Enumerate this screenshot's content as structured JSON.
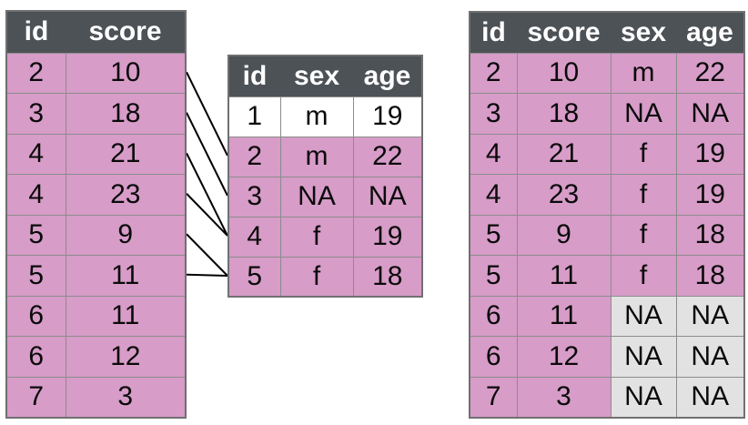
{
  "palette": {
    "header_bg": "#4d5257",
    "header_text": "#ffffff",
    "row_pink": "#d79cc8",
    "row_white": "#ffffff",
    "na_gray": "#e2e2e2",
    "grid_border": "#8c8c8c",
    "outer_border": "#707070",
    "cell_text": "#0a0a0a",
    "line_color": "#000000"
  },
  "tables": {
    "left": {
      "columns": [
        "id",
        "score"
      ],
      "rows": [
        {
          "cells": [
            "2",
            "10"
          ],
          "bg": [
            "pink",
            "pink"
          ]
        },
        {
          "cells": [
            "3",
            "18"
          ],
          "bg": [
            "pink",
            "pink"
          ]
        },
        {
          "cells": [
            "4",
            "21"
          ],
          "bg": [
            "pink",
            "pink"
          ]
        },
        {
          "cells": [
            "4",
            "23"
          ],
          "bg": [
            "pink",
            "pink"
          ]
        },
        {
          "cells": [
            "5",
            "9"
          ],
          "bg": [
            "pink",
            "pink"
          ]
        },
        {
          "cells": [
            "5",
            "11"
          ],
          "bg": [
            "pink",
            "pink"
          ]
        },
        {
          "cells": [
            "6",
            "11"
          ],
          "bg": [
            "pink",
            "pink"
          ]
        },
        {
          "cells": [
            "6",
            "12"
          ],
          "bg": [
            "pink",
            "pink"
          ]
        },
        {
          "cells": [
            "7",
            "3"
          ],
          "bg": [
            "pink",
            "pink"
          ]
        }
      ]
    },
    "middle": {
      "columns": [
        "id",
        "sex",
        "age"
      ],
      "rows": [
        {
          "cells": [
            "1",
            "m",
            "19"
          ],
          "bg": [
            "white",
            "white",
            "white"
          ]
        },
        {
          "cells": [
            "2",
            "m",
            "22"
          ],
          "bg": [
            "pink",
            "pink",
            "pink"
          ]
        },
        {
          "cells": [
            "3",
            "NA",
            "NA"
          ],
          "bg": [
            "pink",
            "pink",
            "pink"
          ]
        },
        {
          "cells": [
            "4",
            "f",
            "19"
          ],
          "bg": [
            "pink",
            "pink",
            "pink"
          ]
        },
        {
          "cells": [
            "5",
            "f",
            "18"
          ],
          "bg": [
            "pink",
            "pink",
            "pink"
          ]
        }
      ]
    },
    "right": {
      "columns": [
        "id",
        "score",
        "sex",
        "age"
      ],
      "rows": [
        {
          "cells": [
            "2",
            "10",
            "m",
            "22"
          ],
          "bg": [
            "pink",
            "pink",
            "pink",
            "pink"
          ]
        },
        {
          "cells": [
            "3",
            "18",
            "NA",
            "NA"
          ],
          "bg": [
            "pink",
            "pink",
            "pink",
            "pink"
          ]
        },
        {
          "cells": [
            "4",
            "21",
            "f",
            "19"
          ],
          "bg": [
            "pink",
            "pink",
            "pink",
            "pink"
          ]
        },
        {
          "cells": [
            "4",
            "23",
            "f",
            "19"
          ],
          "bg": [
            "pink",
            "pink",
            "pink",
            "pink"
          ]
        },
        {
          "cells": [
            "5",
            "9",
            "f",
            "18"
          ],
          "bg": [
            "pink",
            "pink",
            "pink",
            "pink"
          ]
        },
        {
          "cells": [
            "5",
            "11",
            "f",
            "18"
          ],
          "bg": [
            "pink",
            "pink",
            "pink",
            "pink"
          ]
        },
        {
          "cells": [
            "6",
            "11",
            "NA",
            "NA"
          ],
          "bg": [
            "pink",
            "pink",
            "gray",
            "gray"
          ]
        },
        {
          "cells": [
            "6",
            "12",
            "NA",
            "NA"
          ],
          "bg": [
            "pink",
            "pink",
            "gray",
            "gray"
          ]
        },
        {
          "cells": [
            "7",
            "3",
            "NA",
            "NA"
          ],
          "bg": [
            "pink",
            "pink",
            "gray",
            "gray"
          ]
        }
      ]
    }
  },
  "connections": [
    {
      "from_left_row": 0,
      "to_middle_row": 1
    },
    {
      "from_left_row": 1,
      "to_middle_row": 2
    },
    {
      "from_left_row": 2,
      "to_middle_row": 3
    },
    {
      "from_left_row": 3,
      "to_middle_row": 3
    },
    {
      "from_left_row": 4,
      "to_middle_row": 4
    },
    {
      "from_left_row": 5,
      "to_middle_row": 4
    }
  ]
}
